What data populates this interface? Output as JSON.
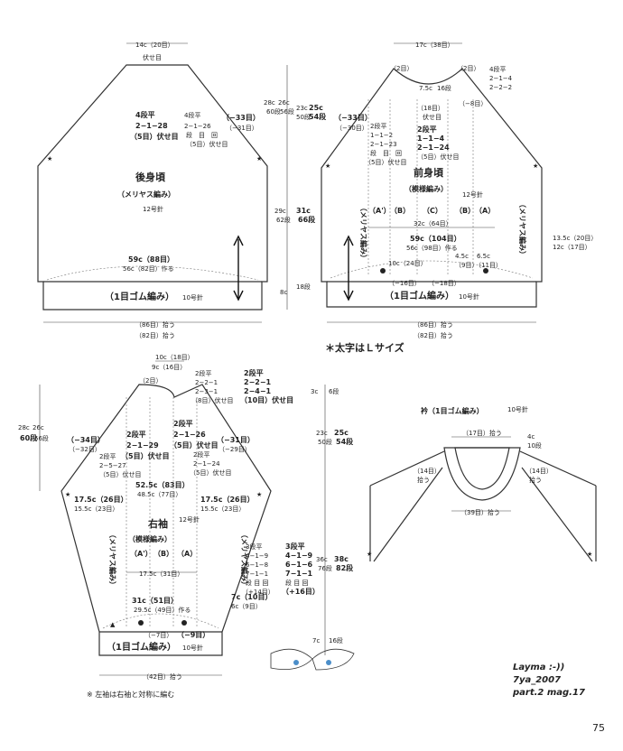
{
  "back": {
    "title": "後身頃",
    "pattern": "（メリヤス編み）",
    "needle": "12号針",
    "top_width": "14c（20目）",
    "top_bind": "伏せ目",
    "dec_left": [
      "4段平",
      "2−1−28",
      "（5目）伏せ目"
    ],
    "dec_right": [
      "4段平",
      "2−1−26",
      "段　目　回",
      "（5目）伏せ目"
    ],
    "raglan_rows": [
      "（−33目）",
      "（−31目）"
    ],
    "raglan_h1": [
      "28c",
      "60段"
    ],
    "raglan_h2": [
      "26c",
      "56段"
    ],
    "body_h1": [
      "29c",
      "62段"
    ],
    "body_h2": [
      "31c",
      "66段"
    ],
    "rib_h": [
      "8c",
      "18段"
    ],
    "sleeve_h1": [
      "23c",
      "50段"
    ],
    "sleeve_h2": [
      "25c",
      "54段"
    ],
    "width1": "59c（88目）",
    "width2": "56c（82目）作る",
    "rib": "（1目ゴム編み）",
    "rib_needle": "10号針",
    "pick1": "（86目）拾う",
    "pick2": "（82目）拾う"
  },
  "front": {
    "title": "前身頃",
    "pattern": "（模様編み）",
    "side_pattern": "（メリヤス編み）",
    "needle": "12号針",
    "top_width": "17c（38目）",
    "corner": "（2目）",
    "neck_h": [
      "7.5c",
      "16段"
    ],
    "neck_count": "（18目）",
    "neck_bind": "伏せ目",
    "neck_dec": [
      "2段平",
      "1−1−4",
      "2−1−24",
      "（5目）伏せ目"
    ],
    "left_dec": [
      "2段平",
      "1−1−2",
      "2−1−23",
      "段　目　回",
      "（5目）伏せ目"
    ],
    "right_dec": [
      "4段平",
      "2−1−4",
      "2−2−2"
    ],
    "right_count": "（−8目）",
    "left_rows": [
      "（−33目）",
      "（−30目）"
    ],
    "panels": [
      "（A'）",
      "（B）",
      "（C）",
      "（B）",
      "（A）"
    ],
    "w_center": "32c（64目）",
    "width1": "59c（104目）",
    "width2": "56c（98目）作る",
    "side": [
      "13.5c（20目）",
      "12c（17目）"
    ],
    "mid1": "10c（24目）",
    "mid2": [
      "4.5c",
      "（9目）"
    ],
    "mid3": [
      "6.5c",
      "（11目）"
    ],
    "bottom_dec": [
      "（−16目）",
      "（−18目）"
    ],
    "rib": "（1目ゴム編み）",
    "rib_needle": "10号針",
    "pick1": "（86目）拾う",
    "pick2": "（82目）拾う"
  },
  "note_l": "＊太字はＬサイズ",
  "sleeve": {
    "title": "右袖",
    "pattern": "（模様編み）",
    "side_pattern": "（メリヤス編み）",
    "needle": "12号針",
    "top1": "10c（18目）",
    "top2": "9c（16目）",
    "top_corner": "（2目）",
    "left_h": [
      "28c",
      "60段"
    ],
    "left_h2": [
      "26c",
      "56段"
    ],
    "top_right1": [
      "2段平",
      "2−2−1",
      "2−3−1",
      "（8目）伏せ目"
    ],
    "top_right2": [
      "2段平",
      "2−2−1",
      "2−4−1",
      "（10目）伏せ目"
    ],
    "dec_l1": [
      "2段平",
      "2−1−29",
      "（5目）伏せ目"
    ],
    "dec_l2": [
      "2段平",
      "2−5−27",
      "（5目）伏せ目"
    ],
    "dec_r1": [
      "2段平",
      "2−1−26",
      "（5目）伏せ目"
    ],
    "dec_r2": [
      "2段平",
      "2−1−24",
      "（5目）伏せ目"
    ],
    "rows_l": [
      "（−34目）",
      "（−32目）"
    ],
    "rows_r": [
      "（−31目）",
      "（−29目）"
    ],
    "w1": "52.5c（83目）",
    "w2": "48.5c（77目）",
    "side_l": [
      "17.5c（26目）",
      "15.5c（23目）"
    ],
    "side_r": [
      "17.5c（26目）",
      "15.5c（23目）"
    ],
    "panels": [
      "（A'）",
      "（B）",
      "（A）"
    ],
    "center": "17.5c（31目）",
    "inc1": [
      "3段平",
      "4−1−9",
      "6−1−8",
      "7−1−1",
      "段 目 回",
      "（+14目）"
    ],
    "inc2": [
      "3段平",
      "4−1−9",
      "6−1−6",
      "7−1−1",
      "段 目 回",
      "（+16目）"
    ],
    "h1": [
      "36c",
      "76段"
    ],
    "h2": [
      "38c",
      "82段"
    ],
    "top_h": [
      "3c",
      "6段"
    ],
    "sl_h1": [
      "23c",
      "50段"
    ],
    "sl_h2": [
      "25c",
      "54段"
    ],
    "cuff_w1": "31c（51目）",
    "cuff_w2": "29.5c（49目）作る",
    "cuff_side": [
      "7c（10目）",
      "6c（9目）"
    ],
    "cuff_dec": [
      "（−7目）",
      "（−9目）"
    ],
    "rib": "（1目ゴム編み）",
    "rib_needle": "10号針",
    "rib_h": [
      "7c",
      "16段"
    ],
    "pick": "（42目）拾う",
    "footnote": "※ 左袖は右袖と対称に編む"
  },
  "collar": {
    "title": "衿（1目ゴム編み）",
    "needle": "10号針",
    "back_pick": "（17目）拾う",
    "h": [
      "4c",
      "10段"
    ],
    "left_pick": [
      "（14目）",
      "拾う"
    ],
    "right_pick": [
      "（14目）",
      "拾う"
    ],
    "front_pick": "（39目）拾う"
  },
  "signature": [
    "Layma :-))",
    "7ya_2007",
    "part.2 mag.17"
  ],
  "page_number": "75"
}
